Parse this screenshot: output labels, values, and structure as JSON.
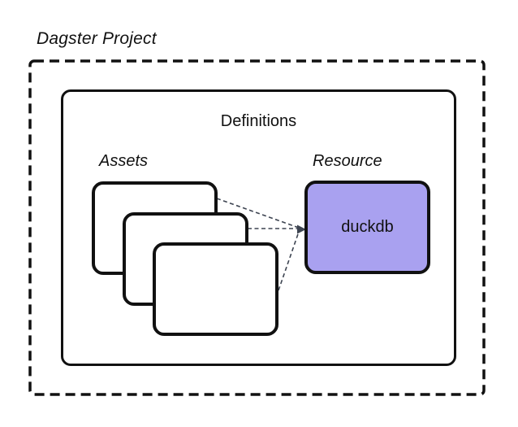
{
  "diagram": {
    "title": "Dagster Project",
    "definitions": {
      "label": "Definitions"
    },
    "assets": {
      "label": "Assets",
      "card_count": 3
    },
    "resource": {
      "label": "Resource",
      "box_label": "duckdb"
    },
    "colors": {
      "background": "#ffffff",
      "box_border": "#111111",
      "resource_fill": "#a9a1f0",
      "connector": "#3d4451"
    }
  }
}
